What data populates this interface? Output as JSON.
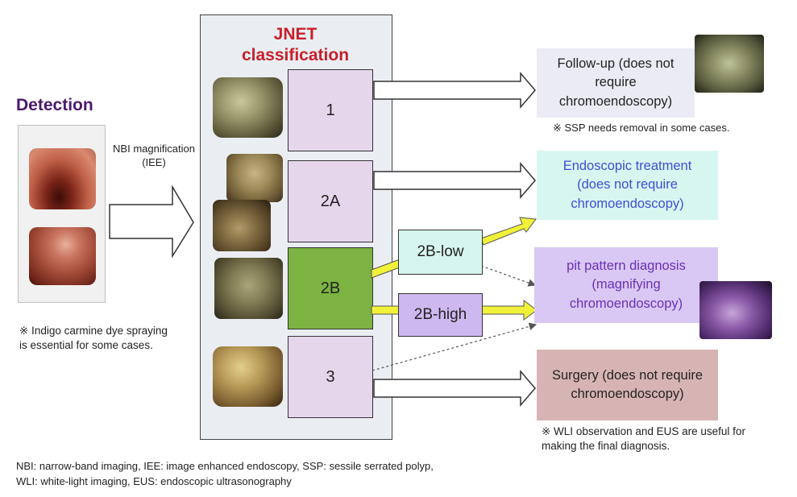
{
  "detection": {
    "title": "Detection",
    "note": "※ Indigo carmine dye spraying is essential for some cases."
  },
  "arrow_label": "NBI magnification (IEE)",
  "jnet": {
    "title_line1": "JNET",
    "title_line2": "classification",
    "types": [
      "1",
      "2A",
      "2B",
      "3"
    ],
    "sub_2b_low": "2B-low",
    "sub_2b_high": "2B-high"
  },
  "outcomes": {
    "follow_up": "Follow-up (does not require chromoendoscopy)",
    "follow_up_note": "※ SSP needs removal in some cases.",
    "endoscopic": "Endoscopic treatment (does not require chromoendoscopy)",
    "pit_pattern": "pit pattern diagnosis (magnifying chromoendoscopy)",
    "surgery": "Surgery (does not require chromoendoscopy)",
    "surgery_note": "※ WLI observation and EUS are useful for making the final diagnosis."
  },
  "footer": {
    "line1": "NBI: narrow-band imaging, IEE: image enhanced endoscopy, SSP: sessile serrated polyp,",
    "line2": "WLI: white-light imaging, EUS: endoscopic ultrasonography"
  },
  "colors": {
    "detection_title": "#4b1a6e",
    "jnet_title": "#c8202a",
    "type_box": "#e6d6ec",
    "type_2b": "#7cb342",
    "low_box": "#d6f5ee",
    "high_box": "#cdb8ef",
    "yellow_arrow": "#f1f13a",
    "follow_box": "#ebebf5",
    "endo_box": "#d8f6f0",
    "endo_text": "#3c4fd6",
    "pit_box": "#d9c8f3",
    "pit_text": "#6a2fb8",
    "surgery_box": "#d7b4b4"
  }
}
